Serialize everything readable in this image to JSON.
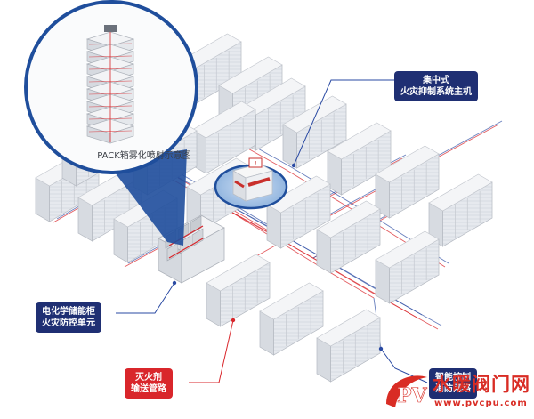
{
  "pack_label": "PACK箱雾化喷射示意图",
  "callouts": {
    "central": [
      "集中式",
      "火灾抑制系统主机"
    ],
    "cabinet": [
      "电化学储能柜",
      "火灾防控单元"
    ],
    "pipe": [
      "灭火剂",
      "输送管路"
    ],
    "smart": [
      "智能控制",
      "消防网络"
    ]
  },
  "watermark": {
    "logo_text": "PV",
    "text": "水暖阀门网",
    "url": "www.pvcpu.com"
  },
  "colors": {
    "callout_blue": "#1f2f73",
    "callout_red": "#d9262b",
    "pipe_red": "#d9262b",
    "network_blue": "#2a4aa3",
    "cabinet_top": "#f4f5f7",
    "cabinet_side": "#d7dbe1",
    "cabinet_front": "#e6e9ee",
    "watermark_red": "#d92c24"
  }
}
